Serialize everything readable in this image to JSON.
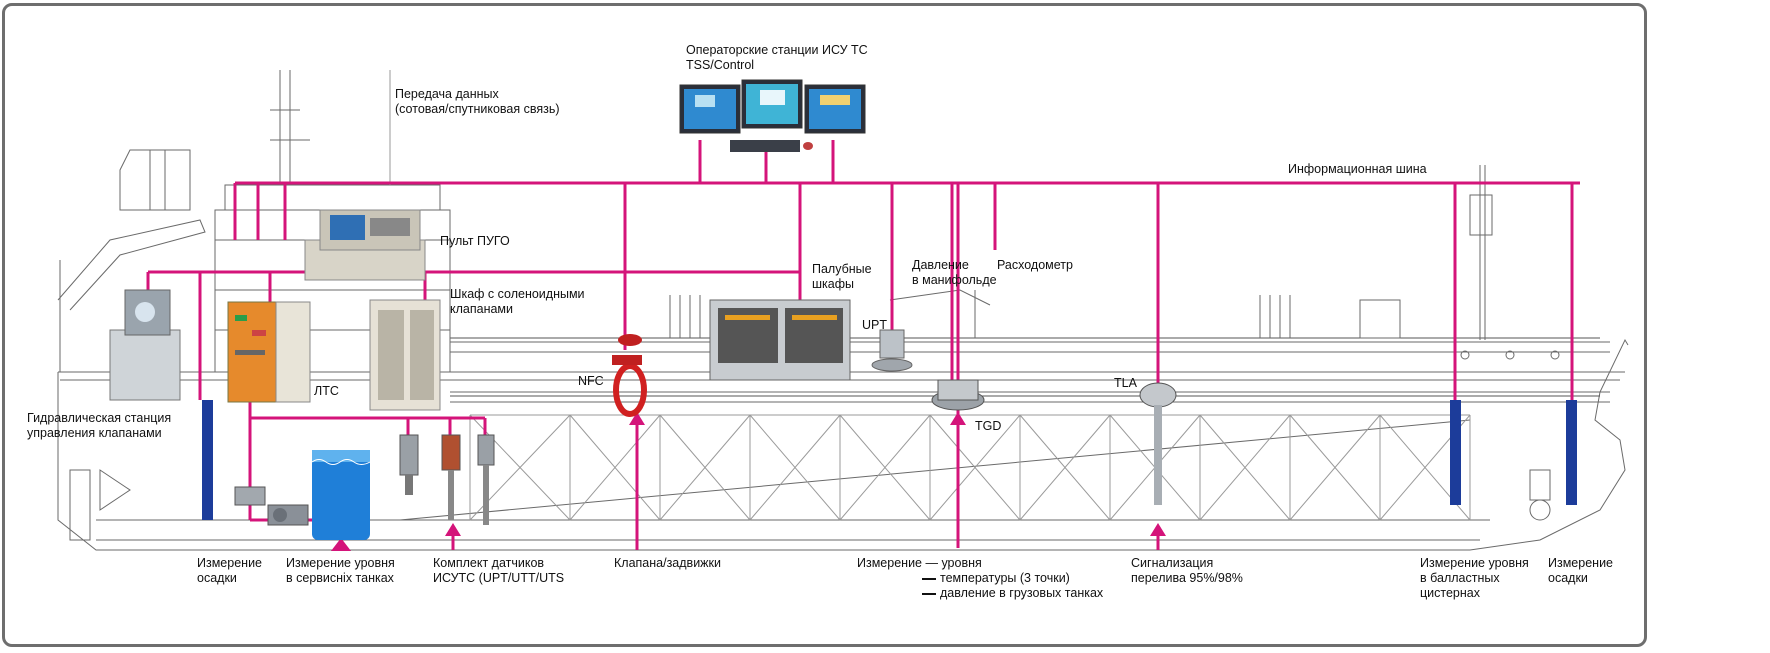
{
  "colors": {
    "bus": "#d4147a",
    "ballast_sensor": "#1c3c9a",
    "ship_line": "#6a6a6a",
    "frame": "#6e6e6e",
    "tank_blue": "#1f7fd8"
  },
  "labels": {
    "operator_stations": [
      "Операторские станции ИСУ ТС",
      "TSS/Control"
    ],
    "data_transfer": [
      "Передача данных",
      "(сотовая/спутниковая связь)"
    ],
    "info_bus": "Информационная шина",
    "pugo_console": "Пульт ПУГО",
    "solenoid_cabinet": [
      "Шкаф с соленоидными",
      "клапанами"
    ],
    "deck_cabinets": [
      "Палубные",
      "шкафы"
    ],
    "manifold_pressure": [
      "Давление",
      "в манифольде"
    ],
    "flowmeter": "Расходометр",
    "upt": "UPT",
    "nfc": "NFC",
    "tgd": "TGD",
    "tla": "TLA",
    "ltc": "ЛТС",
    "hydraulic_station": [
      "Гидравлическая станция",
      "управления клапанами"
    ],
    "draft_aft": [
      "Измерение",
      "осадки"
    ],
    "service_tank_level": [
      "Измерение уровня",
      "в сервисніх танках"
    ],
    "sensor_kit": [
      "Комплект датчиков",
      "ИСУТС (UPT/UTT/UTS"
    ],
    "valves": "Клапана/задвижки",
    "measurement_main": "Измерение — уровня",
    "measurement_items": [
      "температуры (3 точки)",
      "давление в грузовых танках"
    ],
    "overflow_alarm": [
      "Сигнализация",
      "перелива 95%/98%"
    ],
    "ballast_level": [
      "Измерение уровня",
      "в балластных",
      "цистернах"
    ],
    "draft_fwd": [
      "Измерение",
      "осадки"
    ]
  },
  "icons": [
    "monitor-icon",
    "keyboard-icon",
    "console-icon",
    "cabinet-icon",
    "valve-icon",
    "gauge-icon",
    "sensor-icon",
    "tank-icon",
    "pump-icon"
  ]
}
